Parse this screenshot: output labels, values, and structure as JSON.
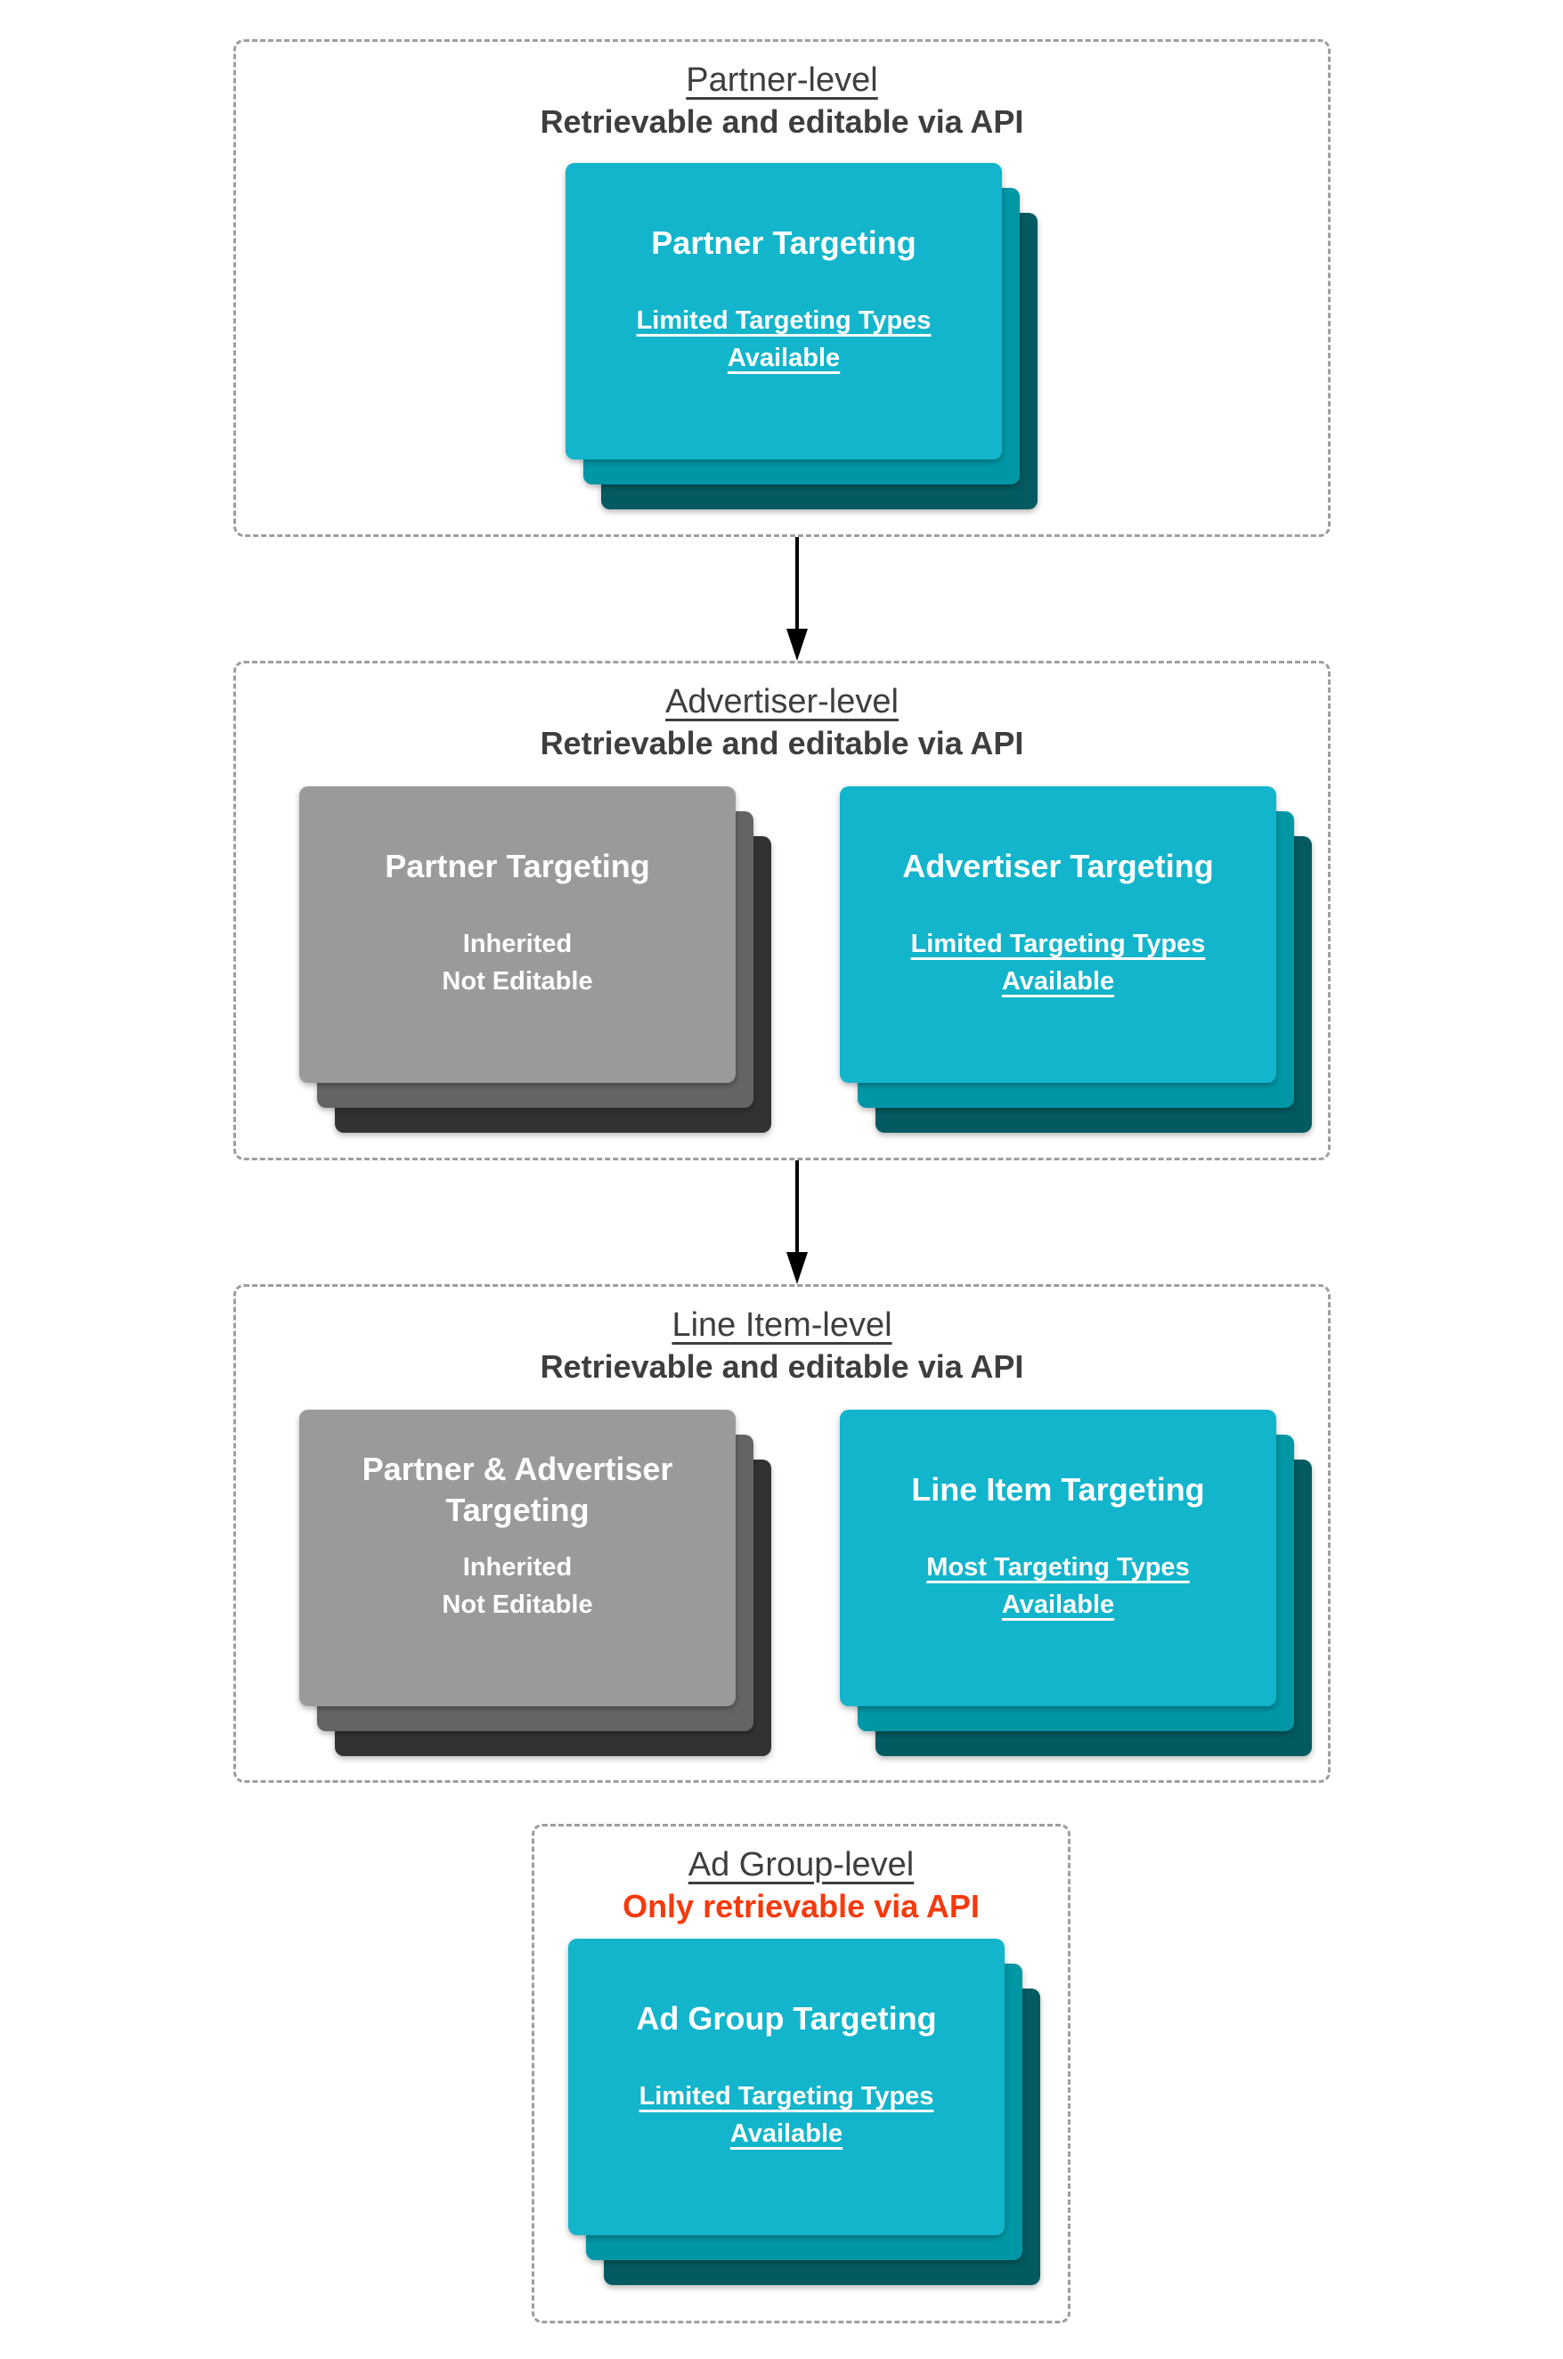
{
  "diagram": {
    "description": "Display & Video 360 targeting hierarchy levels"
  },
  "colors": {
    "background": "#ffffff",
    "section_border": "#9e9e9e",
    "heading_text": "#3e3e3e",
    "red_subtitle": "#f53a0e",
    "arrow": "#000000",
    "teal_card_top": "#12b5cb",
    "teal_card_mid": "#0097a5",
    "teal_card_back": "#035b61",
    "gray_card_top": "#9a9a9a",
    "gray_card_mid": "#646464",
    "gray_card_back": "#323232",
    "card_text": "#ffffff"
  },
  "sections": [
    {
      "title": "Partner-level",
      "subtitle": "Retrievable and editable via API",
      "cards": [
        {
          "variant": "teal",
          "title": "Partner Targeting",
          "subtitle": "Limited Targeting Types\nAvailable"
        }
      ]
    },
    {
      "title": "Advertiser-level",
      "subtitle": "Retrievable and editable via API",
      "cards": [
        {
          "variant": "gray",
          "title": "Partner Targeting",
          "subtitle": "Inherited\nNot Editable"
        },
        {
          "variant": "teal",
          "title": "Advertiser Targeting",
          "subtitle": "Limited Targeting Types\nAvailable"
        }
      ]
    },
    {
      "title": "Line Item-level",
      "subtitle": "Retrievable and editable via API",
      "cards": [
        {
          "variant": "gray",
          "title": "Partner & Advertiser\nTargeting",
          "subtitle": "Inherited\nNot Editable"
        },
        {
          "variant": "teal",
          "title": "Line Item Targeting",
          "subtitle": "Most Targeting Types\nAvailable"
        }
      ]
    },
    {
      "title": "Ad Group-level",
      "subtitle": "Only retrievable via API",
      "cards": [
        {
          "variant": "teal",
          "title": "Ad Group Targeting",
          "subtitle": "Limited Targeting Types\nAvailable"
        }
      ]
    }
  ]
}
